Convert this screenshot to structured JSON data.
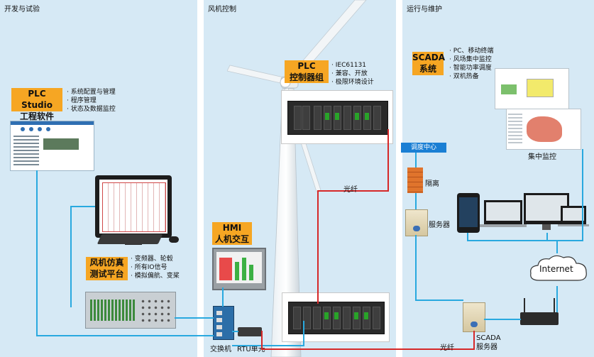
{
  "sections": {
    "dev": {
      "title": "开发与试验"
    },
    "turbine": {
      "title": "风机控制"
    },
    "ops": {
      "title": "运行与维护"
    }
  },
  "plc_studio": {
    "title_line1": "PLC Studio",
    "title_line2": "工程软件",
    "features": [
      "· 系统配置与管理",
      "· 程序管理",
      "· 状态及数据监控"
    ]
  },
  "simulation": {
    "title_line1": "风机仿真",
    "title_line2": "测试平台",
    "features": [
      "· 变频器、轮毂",
      "· 所有IO信号",
      "· 模拟偏航、变桨"
    ]
  },
  "plc_group": {
    "title_line1": "PLC",
    "title_line2": "控制器组",
    "features": [
      "· IEC61131",
      "· 兼容、开放",
      "· 极限环境设计"
    ]
  },
  "hmi": {
    "title_line1": "HMI",
    "title_line2": "人机交互"
  },
  "fiber_label": "光纤",
  "switch_label": "交换机",
  "rtu_label": "RTU单元",
  "scada": {
    "title_line1": "SCADA",
    "title_line2": "系统",
    "features": [
      "· PC、移动终端",
      "· 风场集中监控",
      "· 智能功率调度",
      "· 双机热备"
    ]
  },
  "central_monitor_label": "集中监控",
  "dispatch_center_label": "调度中心",
  "isolation_label": "隔离",
  "server_label": "服务器",
  "internet_label": "Internet",
  "scada_server": {
    "line1": "SCADA",
    "line2": "服务器"
  },
  "colors": {
    "panel_bg": "#d6e9f5",
    "orange": "#f6a623",
    "network_blue": "#29a9df",
    "fiber_red": "#d62828",
    "dispatch_blue": "#1a7fd4"
  },
  "icons": [
    "wind-turbine-icon",
    "monitor-icon",
    "keyboard-icon",
    "mouse-icon",
    "switch-icon",
    "router-icon",
    "firewall-icon",
    "server-icon",
    "cloud-icon",
    "smartphone-icon",
    "laptop-icon"
  ]
}
